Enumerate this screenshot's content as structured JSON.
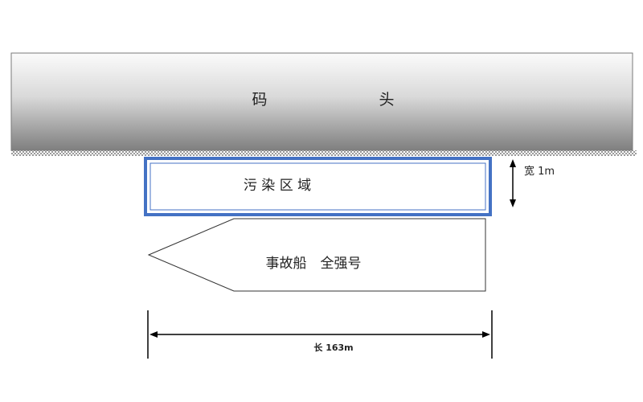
{
  "diagram": {
    "wharf": {
      "label_left": "码",
      "label_right": "头"
    },
    "pollution_zone": {
      "label": "污 染 区 域",
      "border_color": "#4472c4"
    },
    "ship": {
      "label": "事故船　全强号"
    },
    "width_dimension": {
      "label": "宽 1m"
    },
    "length_dimension": {
      "label": "长 163m"
    }
  }
}
